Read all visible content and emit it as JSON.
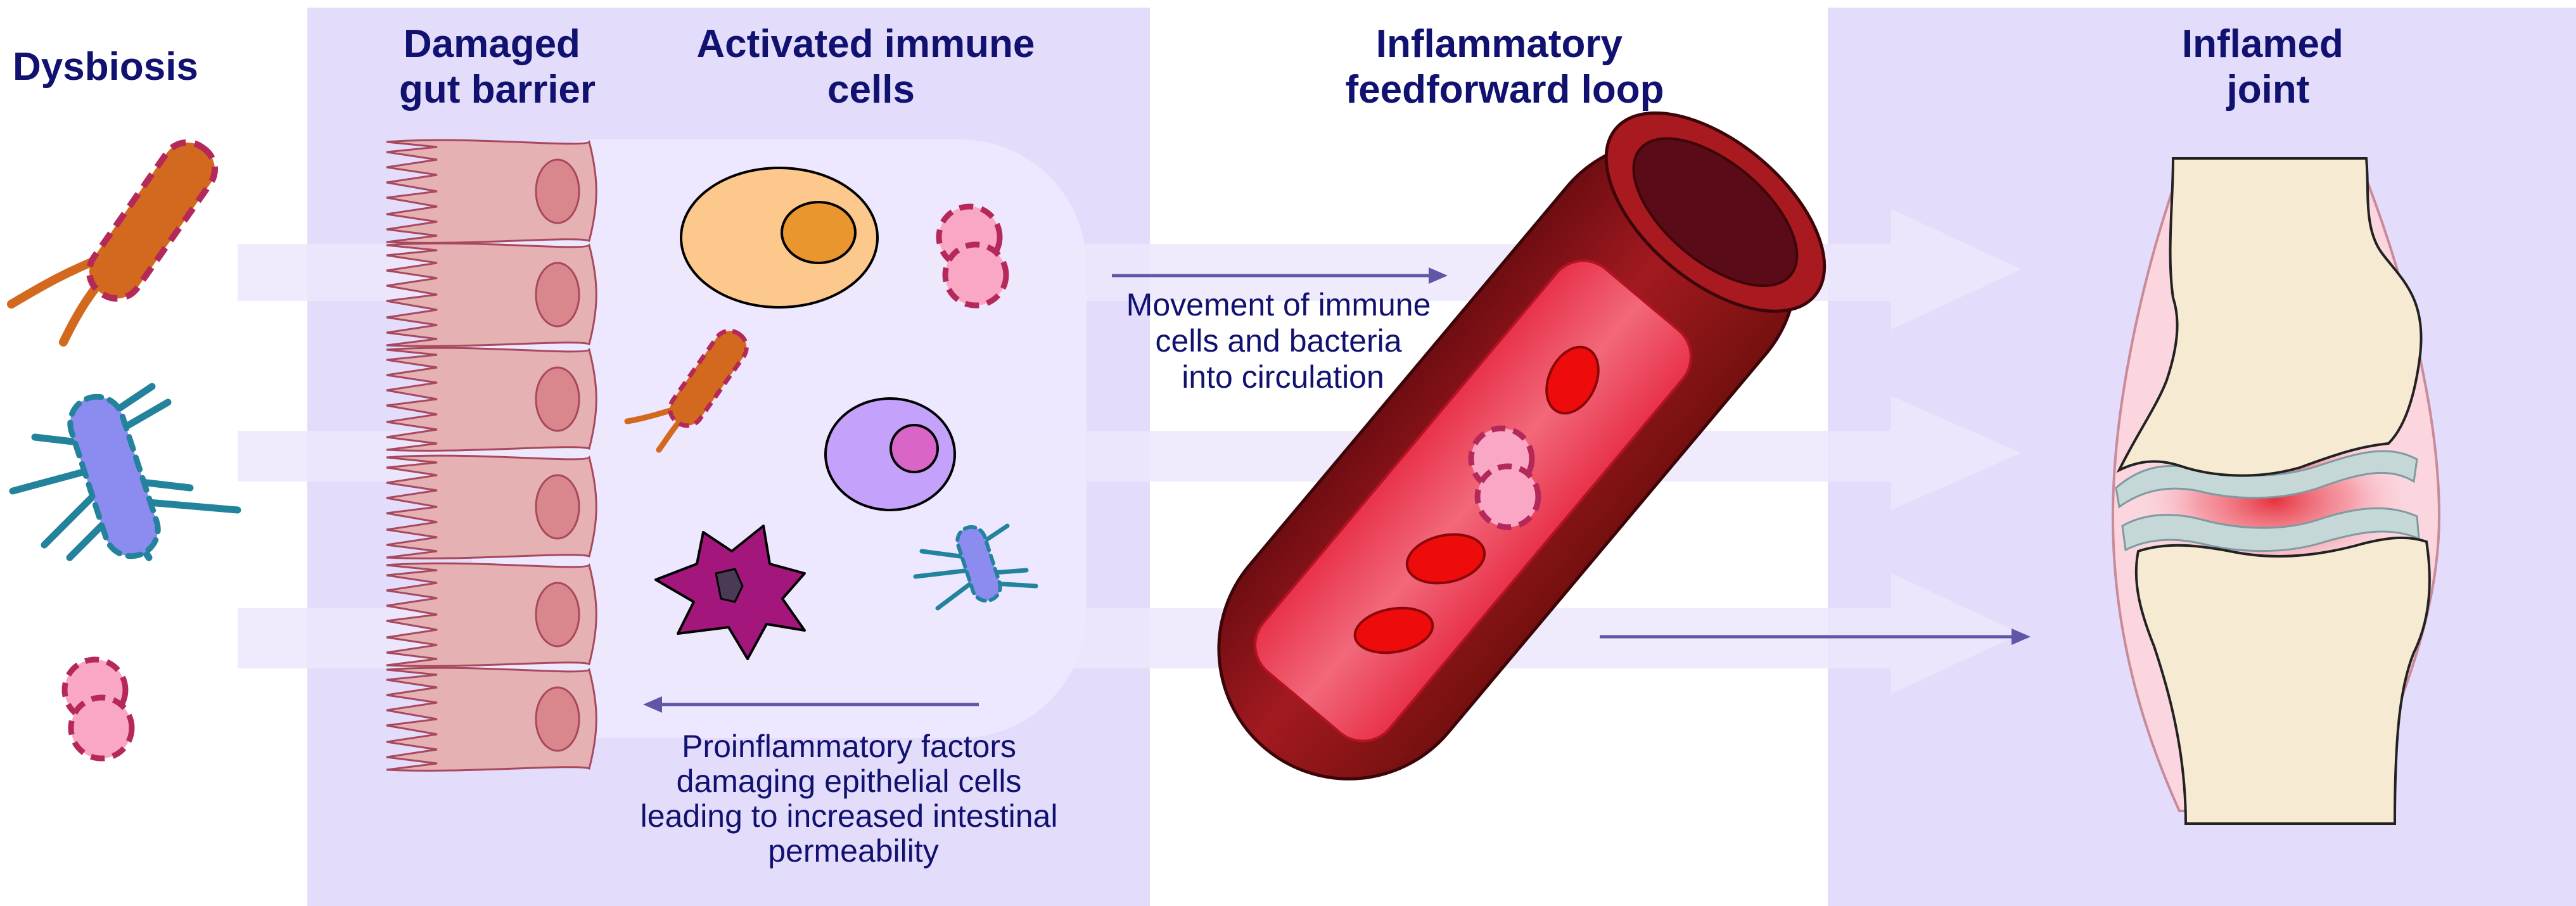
{
  "headers": {
    "dysbiosis": "Dysbiosis",
    "gut_barrier": [
      "Damaged",
      "gut barrier"
    ],
    "immune_cells": [
      "Activated immune",
      "cells"
    ],
    "feedforward": [
      "Inflammatory",
      "feedforward loop"
    ],
    "joint": [
      "Inflamed",
      "joint"
    ]
  },
  "annotations": {
    "movement": [
      "Movement of immune",
      "cells and bacteria",
      "into circulation"
    ],
    "proinflammatory": [
      "Proinflammatory factors",
      "damaging epithelial cells",
      "leading to increased intestinal",
      "permeability"
    ]
  },
  "colors": {
    "panel": "#e3ddfb",
    "bacterium_orange": "#d2691e",
    "bacterium_blue": "#8c8cf0",
    "flagella_teal": "#23839c",
    "coccus_pink": "#f9a7c5",
    "dashed_outline": "#b5285a",
    "epithelium": "#e5b1b3",
    "nucleus": "#d9878d",
    "cell_peach": "#fdc88c",
    "cell_violet": "#c4a2fb",
    "cell_magenta": "#a3167b",
    "vessel": "#8b1318",
    "blood": "#e8324a",
    "rbc": "#ee0b0b",
    "bone": "#f6ead3",
    "cartilage": "#c5d8d7",
    "arrow": "#5f56a8"
  }
}
